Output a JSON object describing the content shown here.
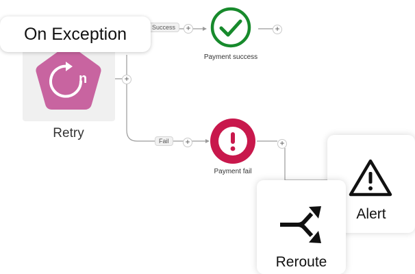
{
  "exception_label": "On Exception",
  "retry": {
    "label": "Retry",
    "icon": "retry-n-icon",
    "color": "#c864a0"
  },
  "branches": {
    "success": {
      "chip": "Success",
      "node_label": "Payment success",
      "icon": "checkmark-icon",
      "color": "#178a2c"
    },
    "fail": {
      "chip": "Fail",
      "node_label": "Payment fail",
      "icon": "exclamation-icon",
      "color": "#c8184c"
    }
  },
  "plus_symbol": "+",
  "alert": {
    "label": "Alert",
    "icon": "warning-triangle-icon"
  },
  "reroute": {
    "label": "Reroute",
    "icon": "split-arrows-icon"
  }
}
